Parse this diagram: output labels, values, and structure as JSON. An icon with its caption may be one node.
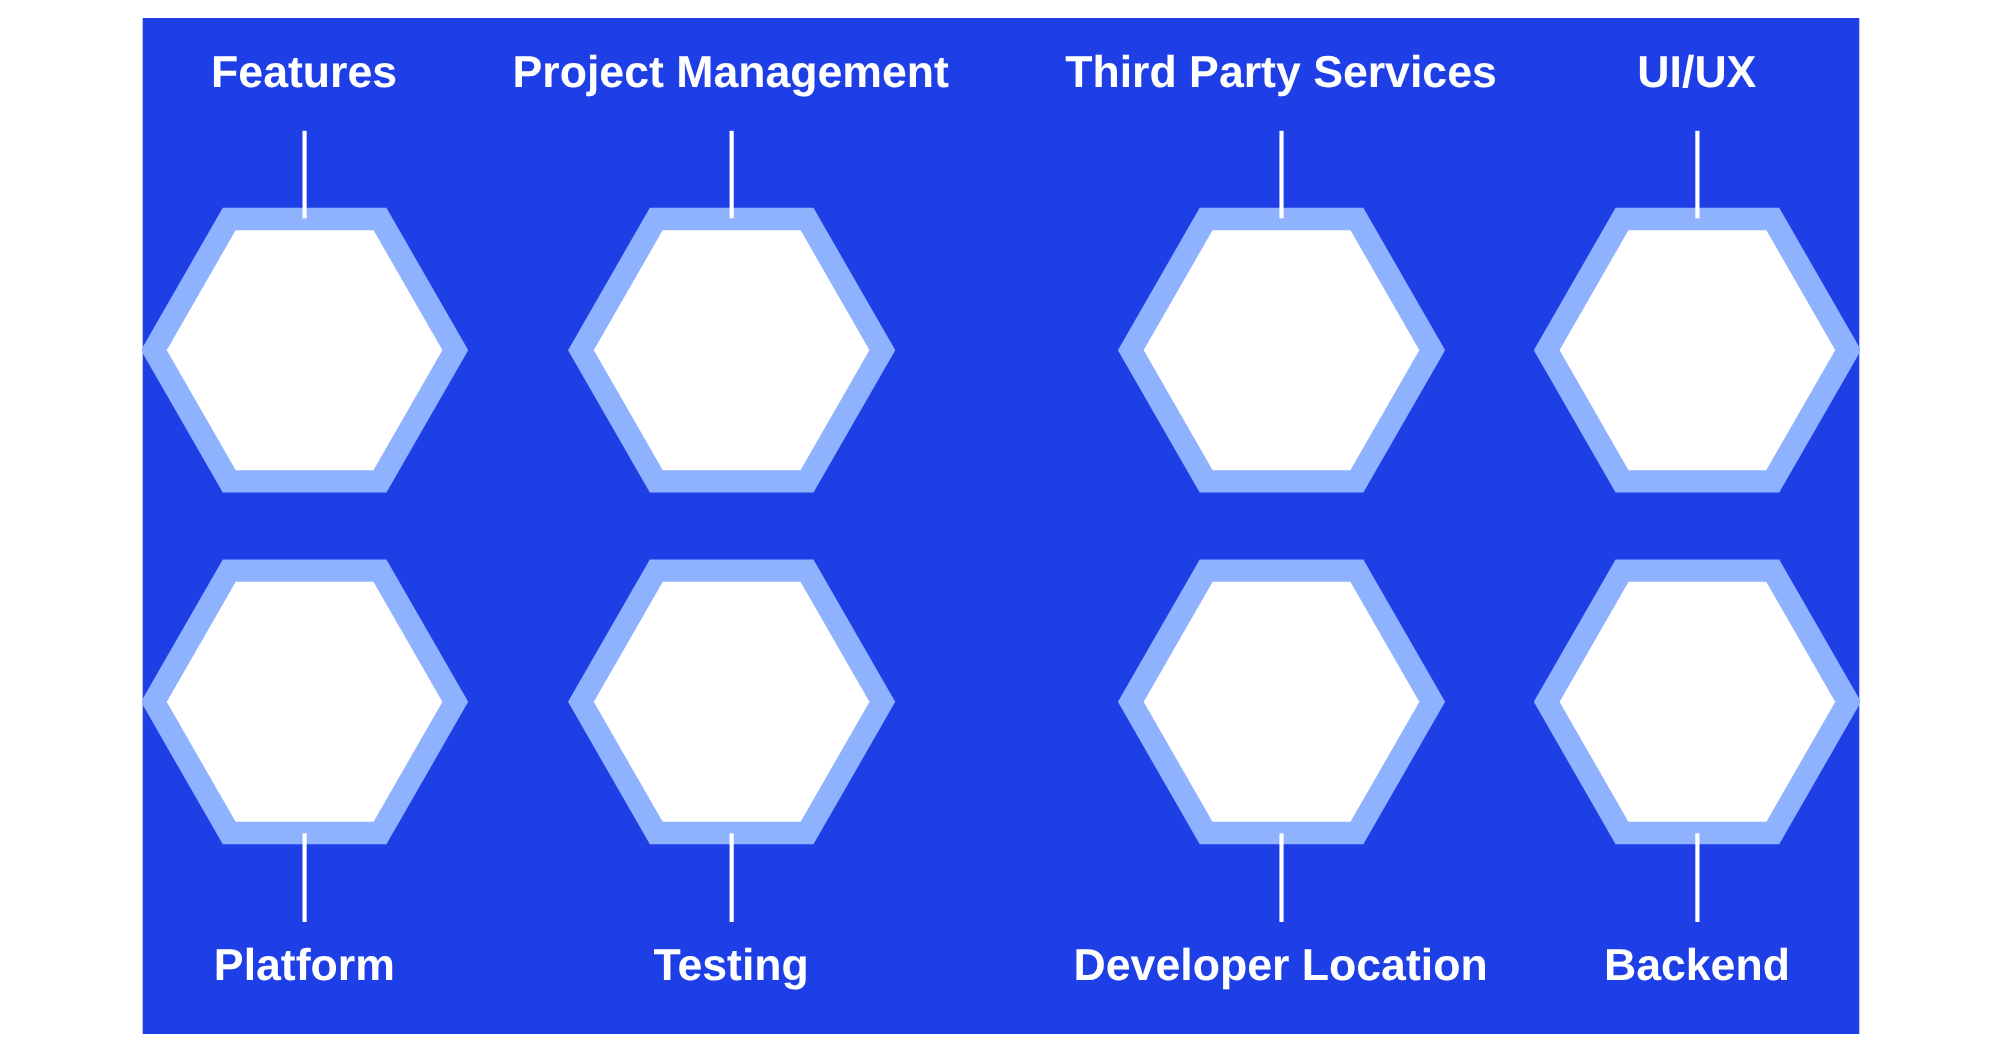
{
  "diagram": {
    "nodes": [
      {
        "text": [
          "Features"
        ]
      },
      {
        "text": [
          "UI/UX"
        ]
      },
      {
        "text": [
          "Third Party Services"
        ]
      },
      {
        "text": [
          "Project Management"
        ]
      },
      {
        "text": [],
        "shape": "hexagon"
      },
      {
        "text": [],
        "shape": "hexagon"
      },
      {
        "text": [],
        "shape": "hexagon"
      },
      {
        "text": [],
        "shape": "hexagon"
      },
      {
        "text": [],
        "shape": "hexagon"
      },
      {
        "text": [],
        "shape": "hexagon"
      },
      {
        "text": [],
        "shape": "hexagon"
      },
      {
        "text": [],
        "shape": "hexagon"
      },
      {
        "text": [
          "Platform"
        ]
      },
      {
        "text": [
          "Backend"
        ]
      },
      {
        "text": [
          "Developer Location"
        ]
      },
      {
        "text": [
          "Testing"
        ]
      }
    ],
    "edges": [
      {
        "from": 0,
        "to": 4,
        "arrow": "none"
      },
      {
        "from": 5,
        "to": 12,
        "arrow": "none"
      },
      {
        "from": 1,
        "to": 6,
        "arrow": "none"
      },
      {
        "from": 7,
        "to": 13,
        "arrow": "none"
      },
      {
        "from": 2,
        "to": 8,
        "arrow": "none"
      },
      {
        "from": 9,
        "to": 14,
        "arrow": "none"
      },
      {
        "from": 3,
        "to": 10,
        "arrow": "none"
      },
      {
        "from": 11,
        "to": 15,
        "arrow": "none"
      }
    ]
  }
}
